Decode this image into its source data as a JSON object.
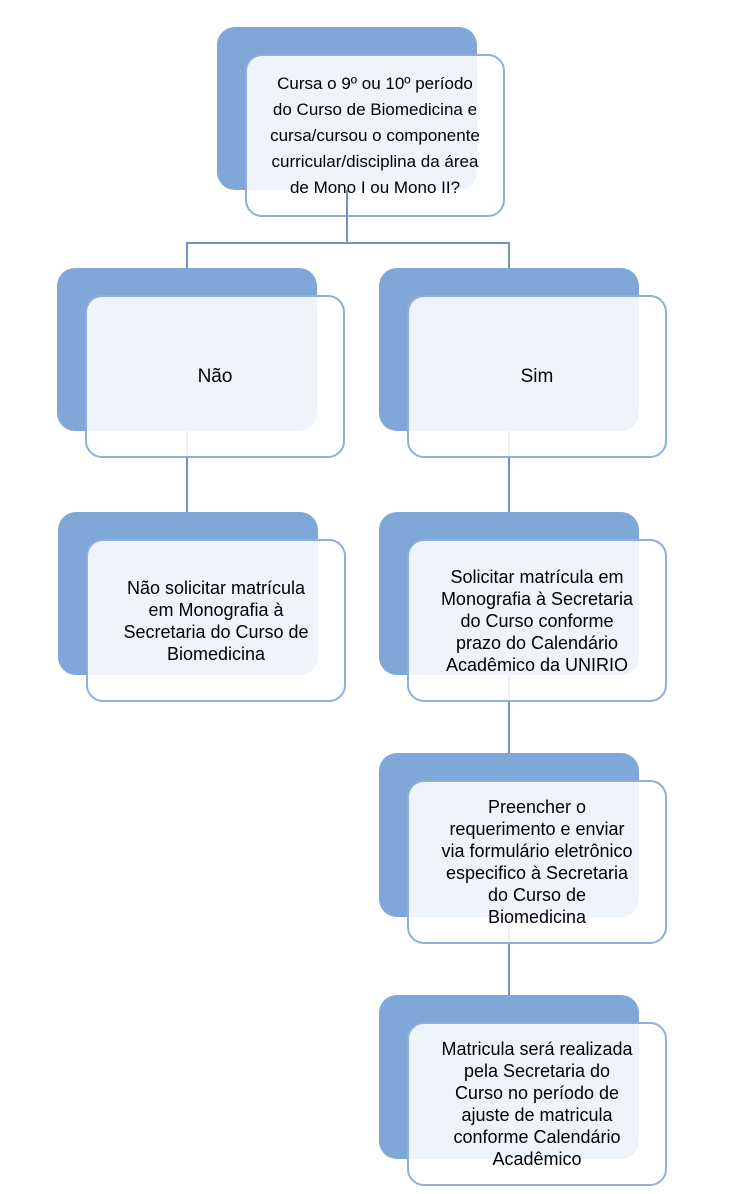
{
  "flowchart": {
    "description": "Fluxograma de matrícula em Monografia - Curso de Biomedicina",
    "colors": {
      "back_box": "#7FA8D9",
      "front_box_fill": "rgba(255,255,255,0.87)",
      "front_box_border": "#8FAEDA",
      "connector": "#7390BE",
      "text": "#000000"
    },
    "nodes": {
      "question": {
        "text": "Cursa o 9º ou 10º período\ndo Curso de Biomedicina e\ncursa/cursou o componente\ncurricular/disciplina da área\nde Mono I ou Mono II?"
      },
      "no": {
        "text": "Não"
      },
      "yes": {
        "text": "Sim"
      },
      "no_action": {
        "text": "Não solicitar matrícula\nem Monografia à\nSecretaria do Curso de\nBiomedicina"
      },
      "yes_action": {
        "text": "Solicitar matrícula em\nMonografia à Secretaria\ndo Curso conforme\nprazo do Calendário\nAcadêmico da UNIRIO"
      },
      "fill_form": {
        "text": "Preencher o\nrequerimento e enviar\nvia formulário eletrônico\nespecifico à Secretaria\ndo Curso de\nBiomedicina"
      },
      "enrollment": {
        "text": "Matricula será realizada\npela Secretaria do\nCurso no período de\najuste de matricula\nconforme Calendário\nAcadêmico"
      }
    },
    "edges": [
      {
        "from": "question",
        "to": "no"
      },
      {
        "from": "question",
        "to": "yes"
      },
      {
        "from": "no",
        "to": "no_action"
      },
      {
        "from": "yes",
        "to": "yes_action"
      },
      {
        "from": "yes_action",
        "to": "fill_form"
      },
      {
        "from": "fill_form",
        "to": "enrollment"
      }
    ]
  }
}
